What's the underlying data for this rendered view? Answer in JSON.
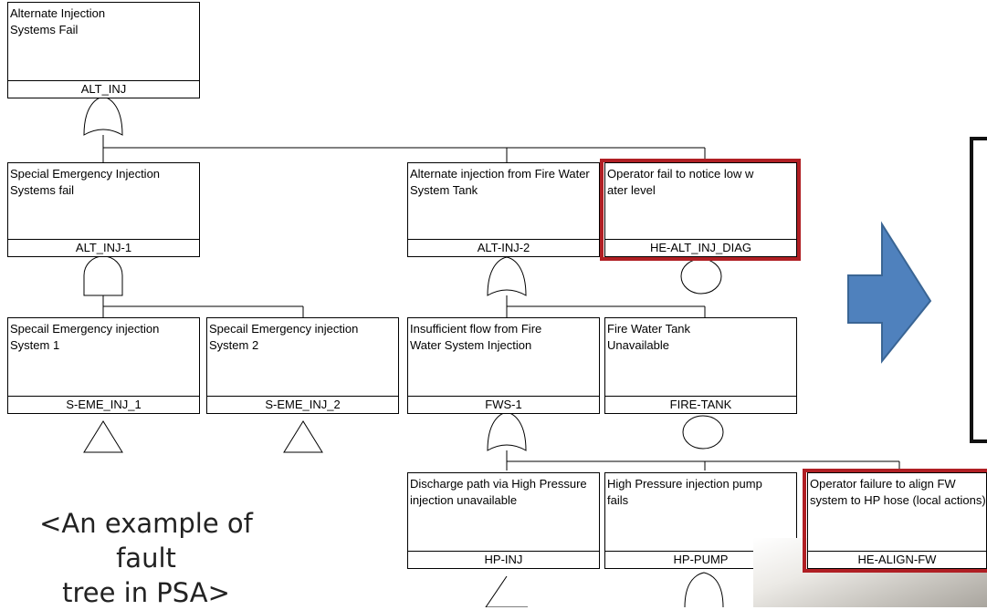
{
  "caption": [
    "<An example of fault",
    "tree in PSA>"
  ],
  "colors": {
    "highlight": "#b01f24",
    "arrow": "#4f81bd",
    "arrow_border": "#3a6594"
  },
  "nodes": {
    "alt_inj": {
      "desc": "Alternate Injection Systems Fail",
      "id": "ALT_INJ"
    },
    "alt_inj_1": {
      "desc": "Special Emergency Injection Systems fail",
      "id": "ALT_INJ-1"
    },
    "alt_inj_2": {
      "desc": "Alternate injection from Fire Water System Tank",
      "id": "ALT-INJ-2"
    },
    "he_alt_inj_diag": {
      "desc": "Operator fail to notice low  w ater level",
      "id": "HE-ALT_INJ_DIAG"
    },
    "s_eme_inj_1": {
      "desc": "Specail Emergency injection System 1",
      "id": "S-EME_INJ_1"
    },
    "s_eme_inj_2": {
      "desc": "Specail Emergency injection System 2",
      "id": "S-EME_INJ_2"
    },
    "fws_1": {
      "desc": "Insufficient flow  from Fire Water System Injection",
      "id": "FWS-1"
    },
    "fire_tank": {
      "desc": "Fire Water Tank Unavailable",
      "id": "FIRE-TANK"
    },
    "hp_inj": {
      "desc": "Discharge path via High Pressure injection unavailable",
      "id": "HP-INJ"
    },
    "hp_pump": {
      "desc": "High Pressure injection pump fails",
      "id": "HP-PUMP"
    },
    "he_align_fw": {
      "desc": "Operator failure to align FW system to HP hose (local actions)",
      "id": "HE-ALIGN-FW"
    }
  }
}
